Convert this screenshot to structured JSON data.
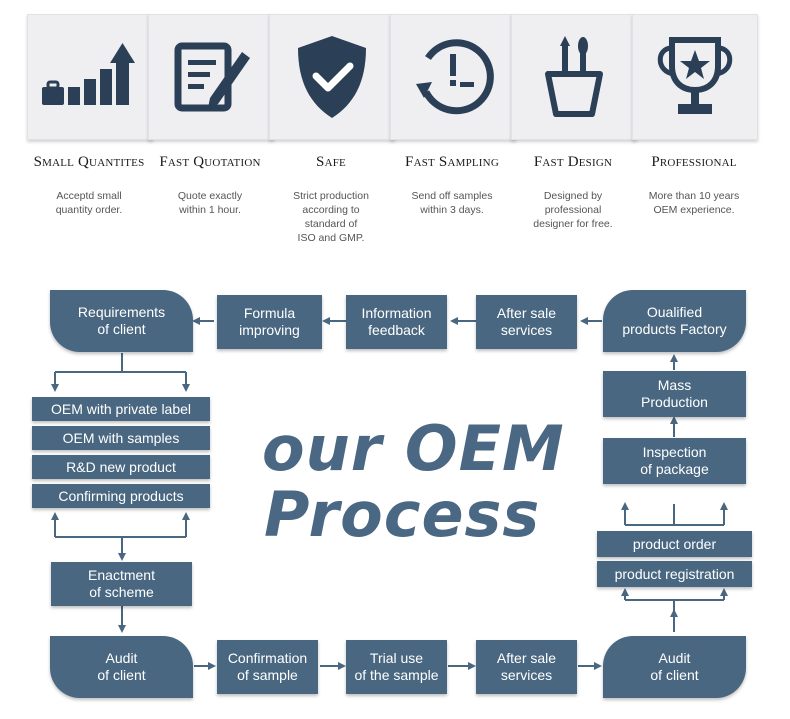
{
  "colors": {
    "box": "#496781",
    "headline": "#4a6784",
    "tile_bg": "#efeff2",
    "icon": "#2b3f57"
  },
  "features": [
    {
      "icon": "bar-chart-briefcase-icon",
      "title": "Small Quantites",
      "desc": "Acceptd small\nquantity order."
    },
    {
      "icon": "document-pen-icon",
      "title": "Fast Quotation",
      "desc": "Quote exactly\nwithin 1 hour."
    },
    {
      "icon": "shield-check-icon",
      "title": "Safe",
      "desc": "Strict production\naccording to\nstandard of\nISO and GMP."
    },
    {
      "icon": "clock-refresh-icon",
      "title": "Fast Sampling",
      "desc": "Send off samples\nwithin 3 days."
    },
    {
      "icon": "brush-cup-icon",
      "title": "Fast Design",
      "desc": "Designed by\nprofessional\ndesigner for free."
    },
    {
      "icon": "trophy-star-icon",
      "title": "Professional",
      "desc": "More than 10 years\nOEM experience."
    }
  ],
  "headline": {
    "line1": "our OEM",
    "line2": "Process"
  },
  "flow": {
    "requirements": "Requirements\nof client",
    "formula": "Formula\nimproving",
    "information": "Information\nfeedback",
    "after_sale_top": "After sale\nservices",
    "qualified": "Oualified\nproducts Factory",
    "options": [
      "OEM with private label",
      "OEM with samples",
      "R&D new product",
      "Confirming products"
    ],
    "enactment": "Enactment\nof scheme",
    "audit_left": "Audit\nof  client",
    "confirmation": "Confirmation\nof sample",
    "trial": "Trial use\nof the sample",
    "after_sale_bottom": "After sale\nservices",
    "audit_right": "Audit\nof client",
    "product_registration": "product registration",
    "product_order": "product order",
    "inspection": "Inspection\nof package",
    "mass": "Mass\nProduction"
  }
}
